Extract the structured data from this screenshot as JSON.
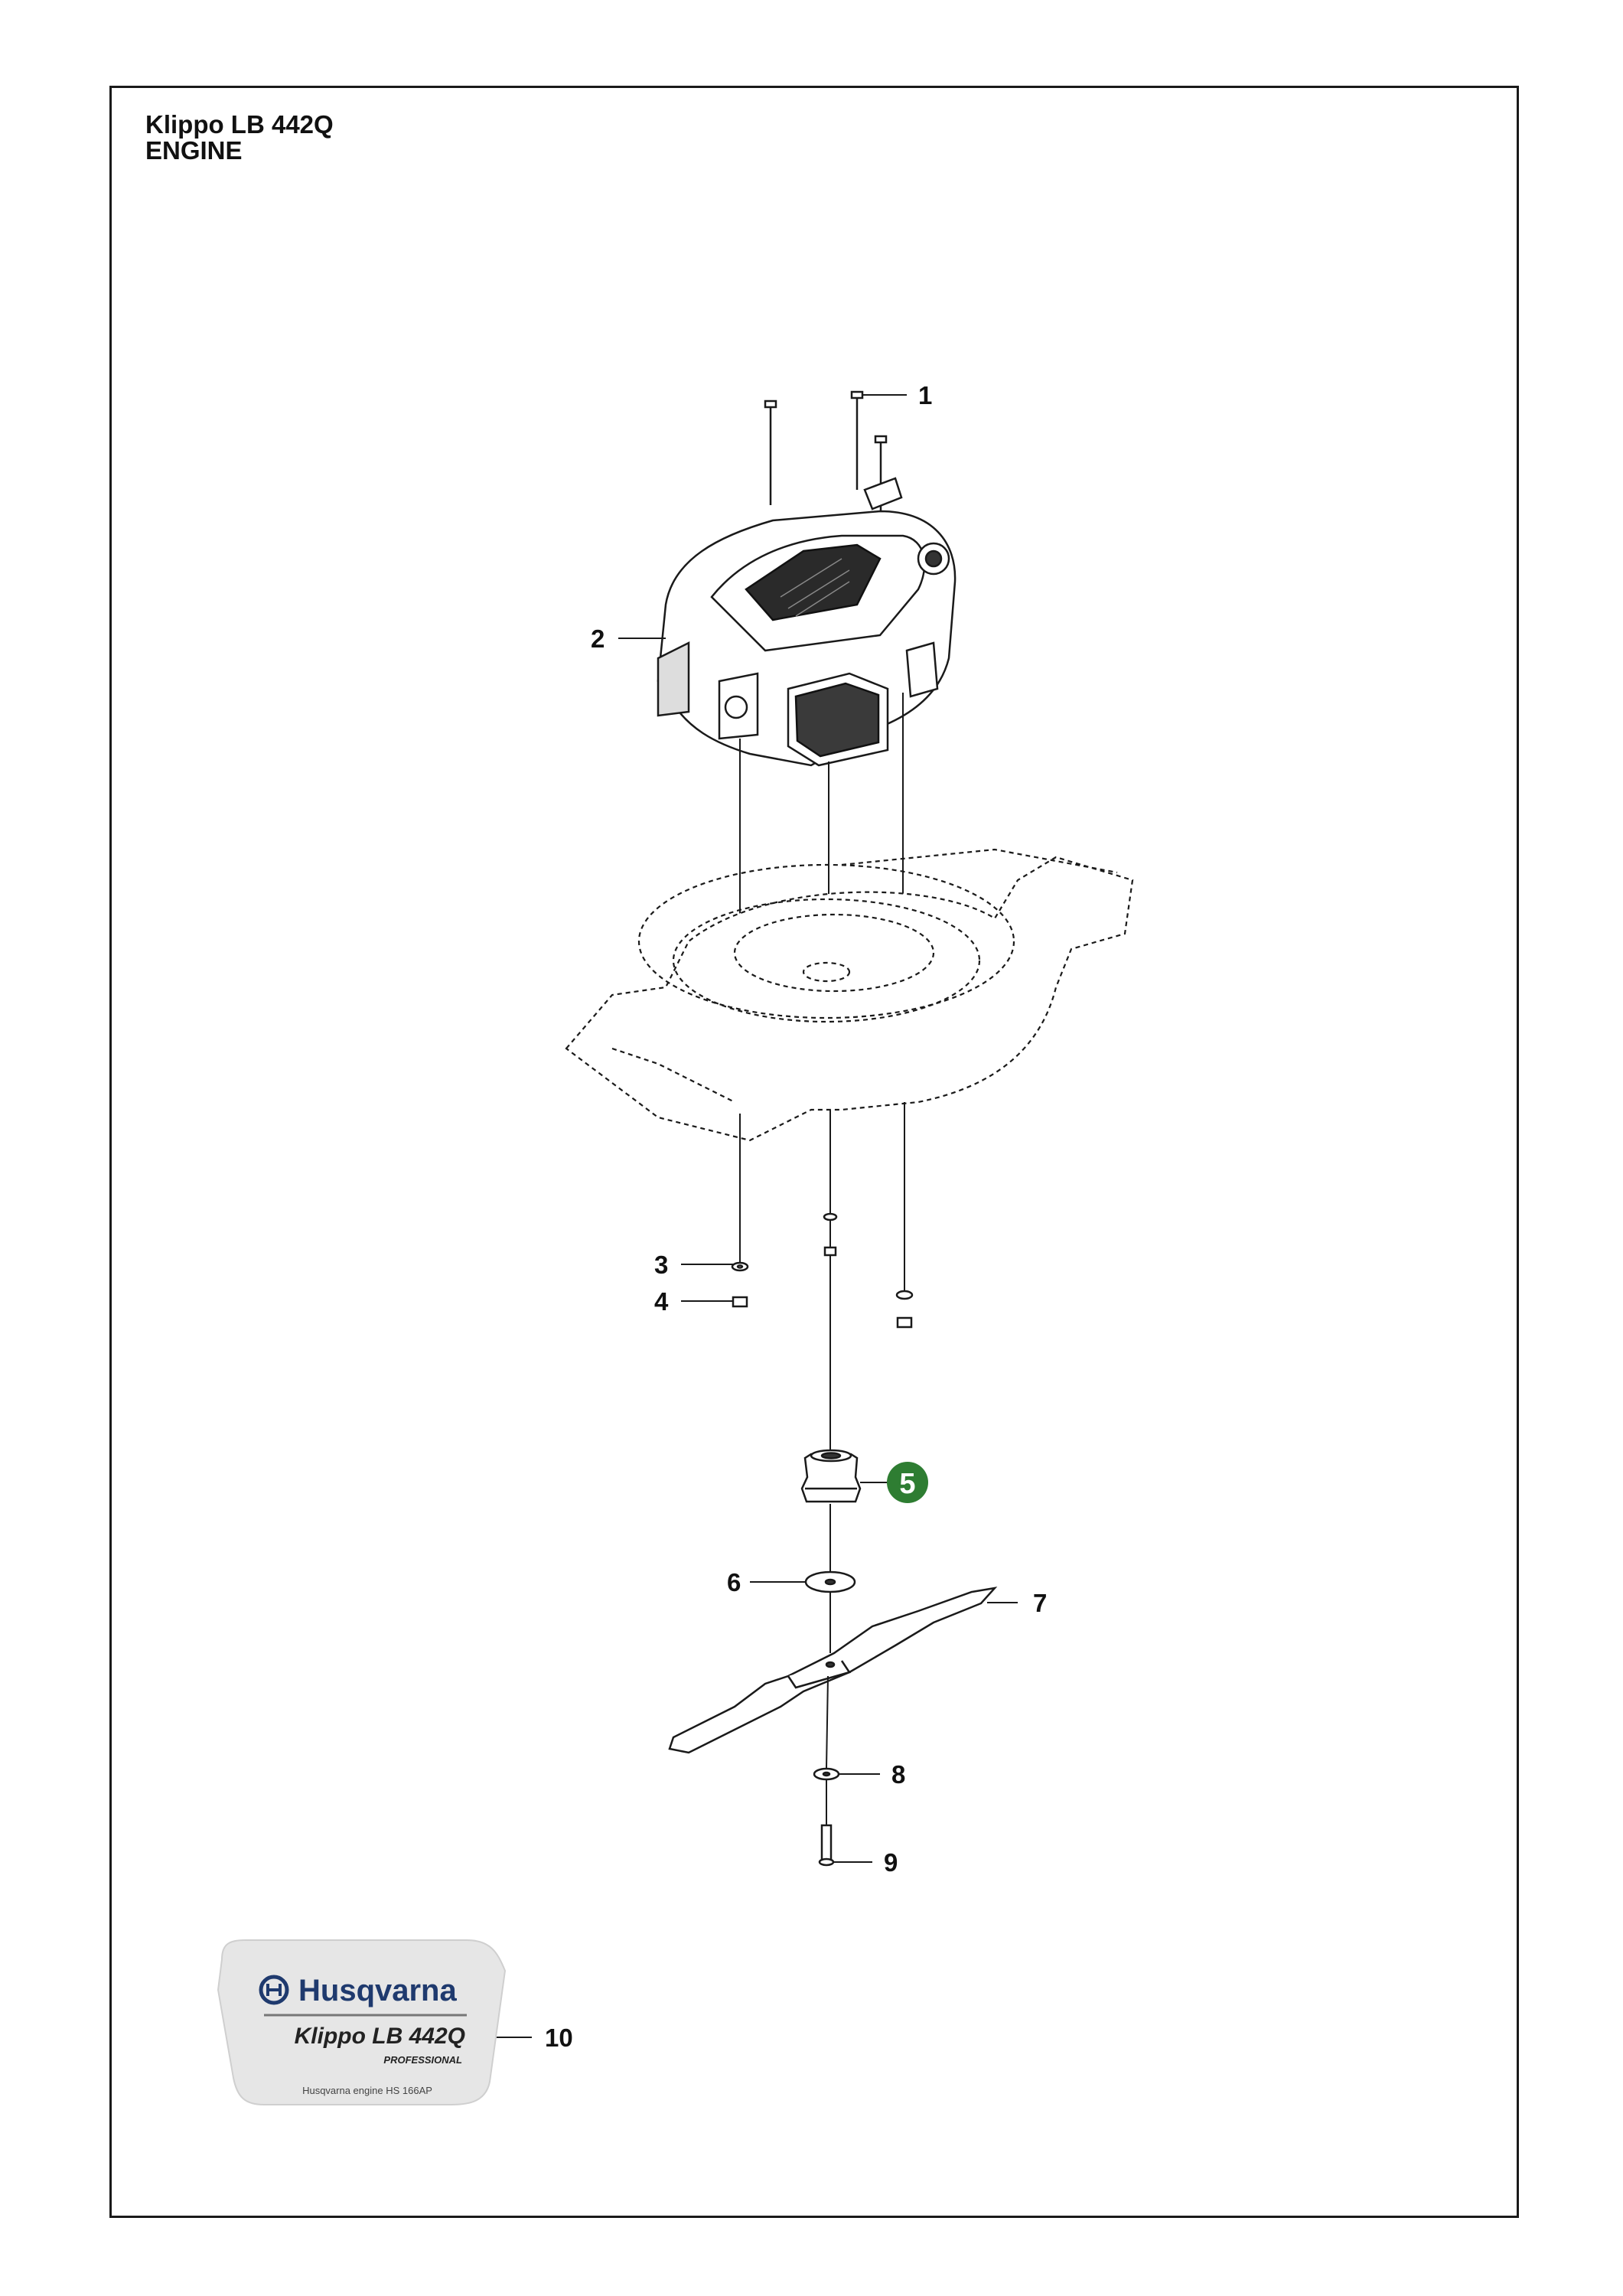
{
  "header": {
    "model": "Klippo LB 442Q",
    "section": "ENGINE"
  },
  "callouts": [
    {
      "num": "1"
    },
    {
      "num": "2"
    },
    {
      "num": "3"
    },
    {
      "num": "4"
    },
    {
      "num": "5",
      "highlighted": true
    },
    {
      "num": "6"
    },
    {
      "num": "7"
    },
    {
      "num": "8"
    },
    {
      "num": "9"
    },
    {
      "num": "10"
    }
  ],
  "decal": {
    "brand": "Husqvarna",
    "product": "Klippo LB 442Q",
    "tier": "PROFESSIONAL",
    "engine_note": "Husqvarna engine HS 166AP"
  },
  "colors": {
    "highlight": "#2e7d32",
    "line": "#1a1a1a",
    "brand_blue": "#1f3a6e"
  }
}
